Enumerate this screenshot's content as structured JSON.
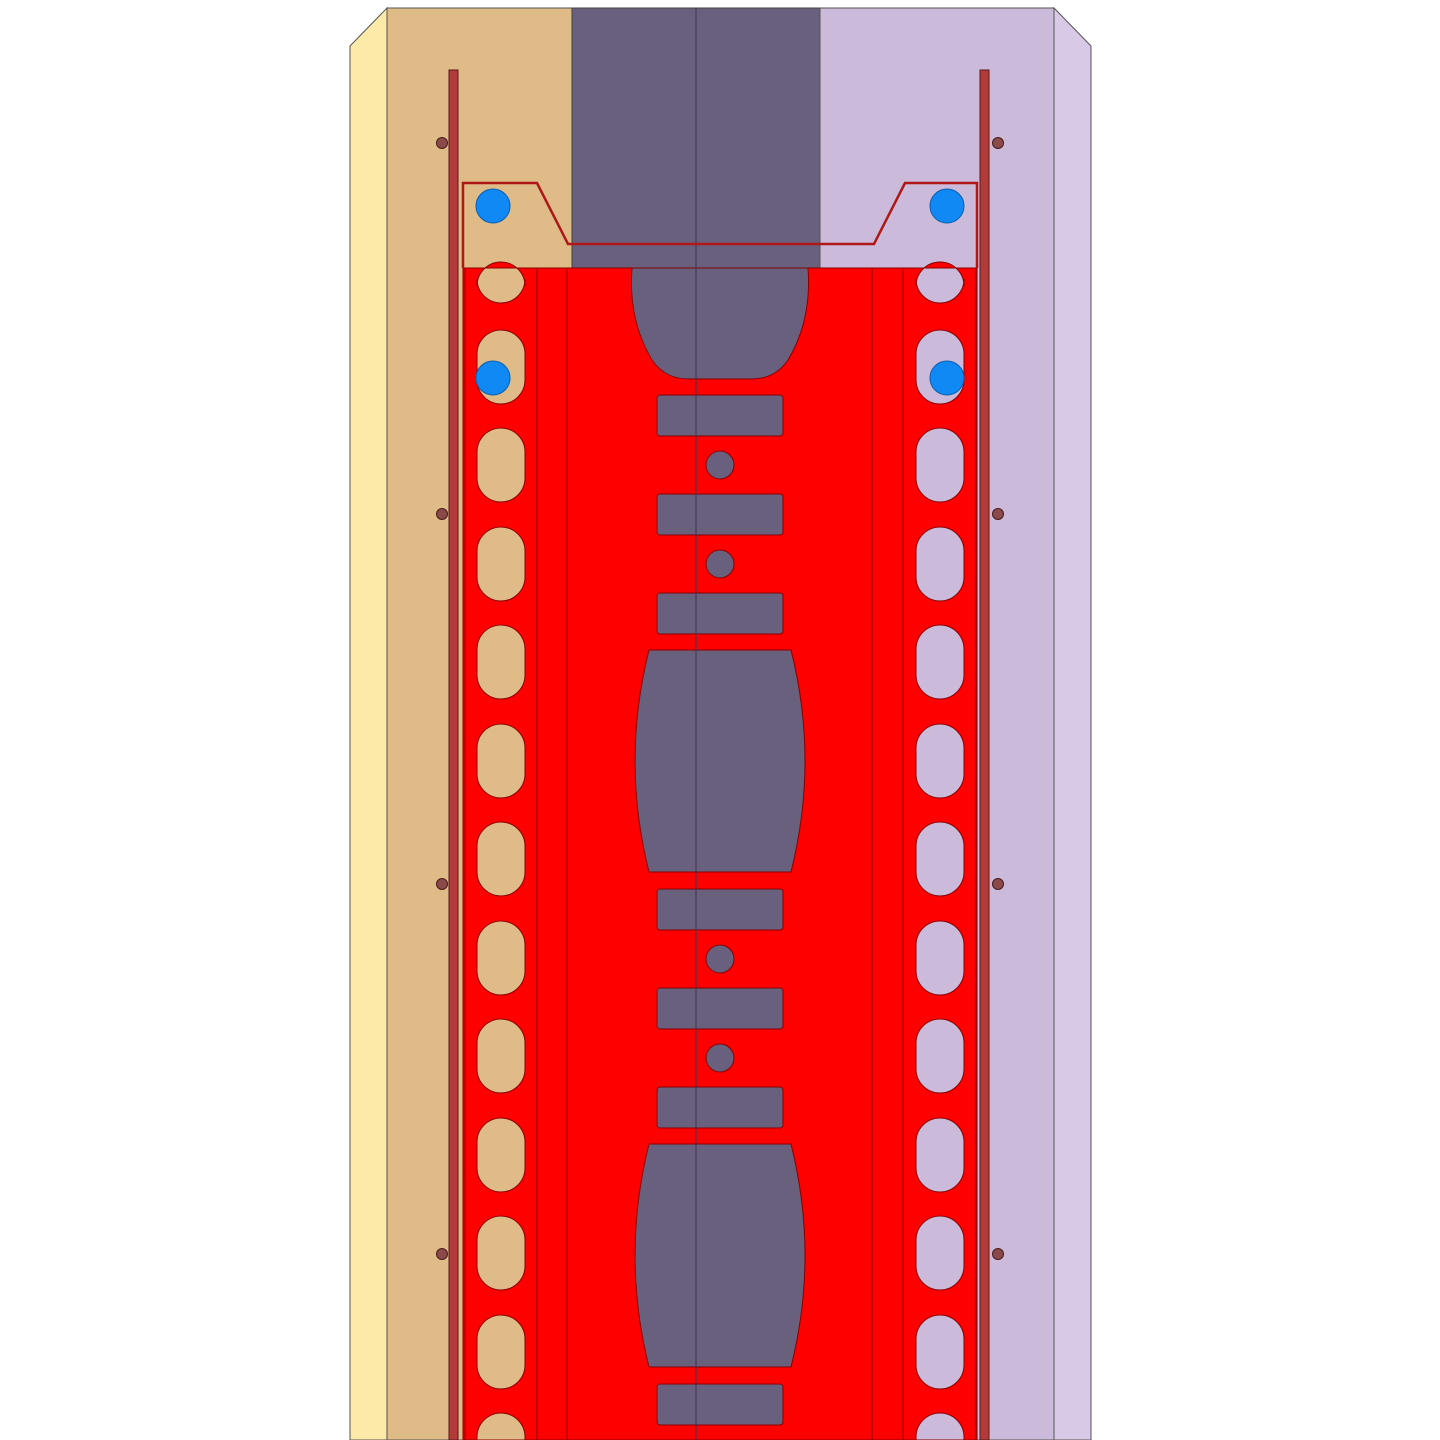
{
  "diagram": {
    "kind": "cad-elevation",
    "colors": {
      "background": "#ffffff",
      "left_chamfer": "#fde9a8",
      "left_panel": "#dfbb88",
      "center_dark": "#68607d",
      "right_panel": "#cbbad9",
      "right_chamfer": "#d8c9e6",
      "rail": "#ff0000",
      "outline_dark": "#5a1a1a",
      "bolt": "#8a4a4a",
      "pin": "#1189f5",
      "line": "#444444"
    },
    "components": [
      {
        "name": "left-chamfer-strip"
      },
      {
        "name": "left-side-panel"
      },
      {
        "name": "center-dark-panel"
      },
      {
        "name": "right-side-panel"
      },
      {
        "name": "right-chamfer-strip"
      },
      {
        "name": "red-mounting-rail"
      },
      {
        "name": "top-bracket"
      },
      {
        "name": "alignment-pins",
        "count": 4
      },
      {
        "name": "mounting-bolts",
        "count": 8
      }
    ]
  }
}
